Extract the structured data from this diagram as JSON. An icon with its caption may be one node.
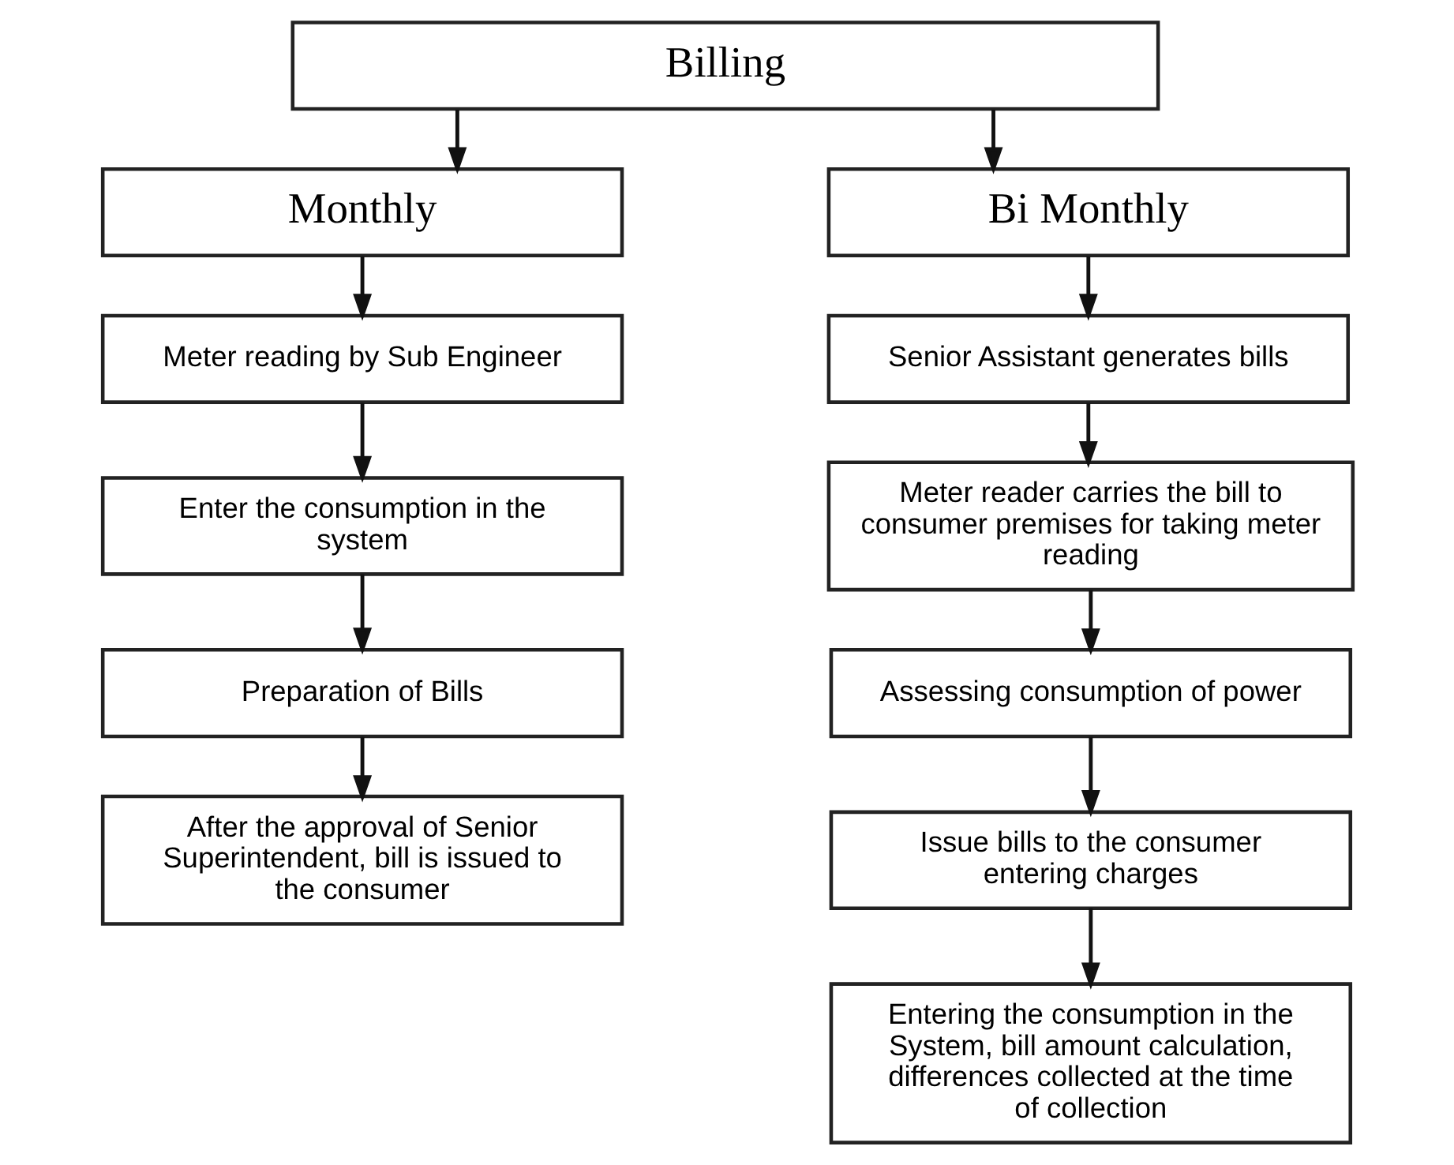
{
  "diagram": {
    "nodes": [
      {
        "text": [
          "Billing"
        ]
      },
      {
        "text": [
          "Monthly"
        ]
      },
      {
        "text": [
          "Bi Monthly"
        ]
      },
      {
        "text": [
          "Meter reading by Sub Engineer"
        ]
      },
      {
        "text": [
          "Enter the consumption in the system"
        ]
      },
      {
        "text": [
          "Preparation of Bills"
        ]
      },
      {
        "text": [
          "After the approval of Senior Superintendent, bill is issued to the consumer"
        ]
      },
      {
        "text": [
          "Senior Assistant generates bills"
        ]
      },
      {
        "text": [
          "Meter reader carries the bill to consumer premises for taking meter reading"
        ]
      },
      {
        "text": [
          "Assessing consumption of power"
        ]
      },
      {
        "text": [
          "Issue bills to the consumer entering charges"
        ]
      },
      {
        "text": [
          "Entering the consumption in the System, bill amount calculation, differences collected at the time of collection"
        ]
      }
    ],
    "edges": [
      {
        "from": 0,
        "to": 1,
        "arrow": "to"
      },
      {
        "from": 0,
        "to": 2,
        "arrow": "to"
      },
      {
        "from": 1,
        "to": 3,
        "arrow": "to"
      },
      {
        "from": 3,
        "to": 4,
        "arrow": "to"
      },
      {
        "from": 4,
        "to": 5,
        "arrow": "to"
      },
      {
        "from": 5,
        "to": 6,
        "arrow": "to"
      },
      {
        "from": 2,
        "to": 7,
        "arrow": "to"
      },
      {
        "from": 7,
        "to": 8,
        "arrow": "to"
      },
      {
        "from": 8,
        "to": 9,
        "arrow": "to"
      },
      {
        "from": 9,
        "to": 10,
        "arrow": "to"
      },
      {
        "from": 10,
        "to": 11,
        "arrow": "to"
      }
    ]
  }
}
